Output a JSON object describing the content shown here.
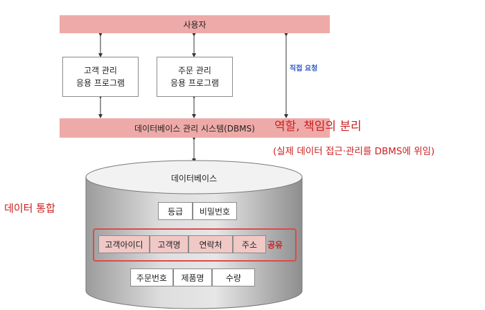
{
  "user_bar": "사용자",
  "programs": [
    {
      "line1": "고객 관리",
      "line2": "응용 프로그램"
    },
    {
      "line1": "주문 관리",
      "line2": "응용 프로그램"
    }
  ],
  "direct_request": "직접 요청",
  "dbms_bar": "데이터베이스 관리 시스템(DBMS)",
  "annotation_role": "역할, 책임의 분리",
  "annotation_role_detail": "(실제 데이터 접근·관리를 DBMS에 위임)",
  "annotation_integration": "데이터 통합",
  "database_label": "데이터베이스",
  "row1": [
    "등급",
    "비밀번호"
  ],
  "row2": [
    "고객아이디",
    "고객명",
    "연락처",
    "주소"
  ],
  "shared_label": "공유",
  "row3": [
    "주문번호",
    "제품명",
    "수량"
  ],
  "colors": {
    "bar": "#eeaaa8",
    "annotation": "#cc1f1f",
    "shared_box": "#e04848",
    "direct_text": "#2a56c6"
  }
}
